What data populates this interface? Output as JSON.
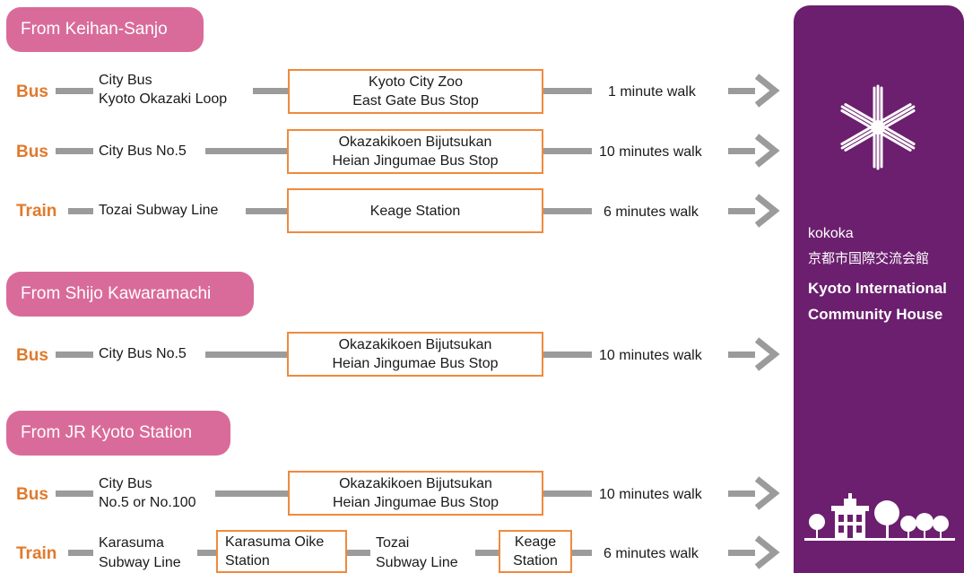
{
  "sections": {
    "keihan": "From Keihan-Sanjo",
    "shijo": "From Shijo Kawaramachi",
    "jr": "From JR Kyoto Station"
  },
  "routes": {
    "r1": {
      "mode": "Bus",
      "line1": "City Bus",
      "line2": "Kyoto Okazaki Loop",
      "stop1": "Kyoto City Zoo",
      "stop2": "East Gate Bus Stop",
      "walk": "1 minute walk"
    },
    "r2": {
      "mode": "Bus",
      "line": "City Bus No.5",
      "stop1": "Okazakikoen Bijutsukan",
      "stop2": "Heian Jingumae Bus Stop",
      "walk": "10 minutes walk"
    },
    "r3": {
      "mode": "Train",
      "line": "Tozai Subway Line",
      "stop": "Keage Station",
      "walk": "6 minutes walk"
    },
    "r4": {
      "mode": "Bus",
      "line": "City Bus No.5",
      "stop1": "Okazakikoen Bijutsukan",
      "stop2": "Heian Jingumae Bus Stop",
      "walk": "10 minutes walk"
    },
    "r5": {
      "mode": "Bus",
      "line1": "City Bus",
      "line2": "No.5 or No.100",
      "stop1": "Okazakikoen Bijutsukan",
      "stop2": "Heian Jingumae Bus Stop",
      "walk": "10 minutes walk"
    },
    "r6": {
      "mode": "Train",
      "line1": "Karasuma",
      "line2": "Subway Line",
      "transfer1": "Karasuma Oike",
      "transfer2": "Station",
      "line3": "Tozai",
      "line4": "Subway Line",
      "stop1": "Keage",
      "stop2": "Station",
      "walk": "6 minutes walk"
    }
  },
  "destination": {
    "name_short": "kokoka",
    "name_jp": "京都市国際交流会館",
    "name_en1": "Kyoto International",
    "name_en2": "Community House"
  },
  "colors": {
    "pill": "#d96b9a",
    "mode_text": "#e07a2c",
    "box_border": "#ef8a3d",
    "connector": "#9b9b9b",
    "panel": "#6b1f6e"
  }
}
